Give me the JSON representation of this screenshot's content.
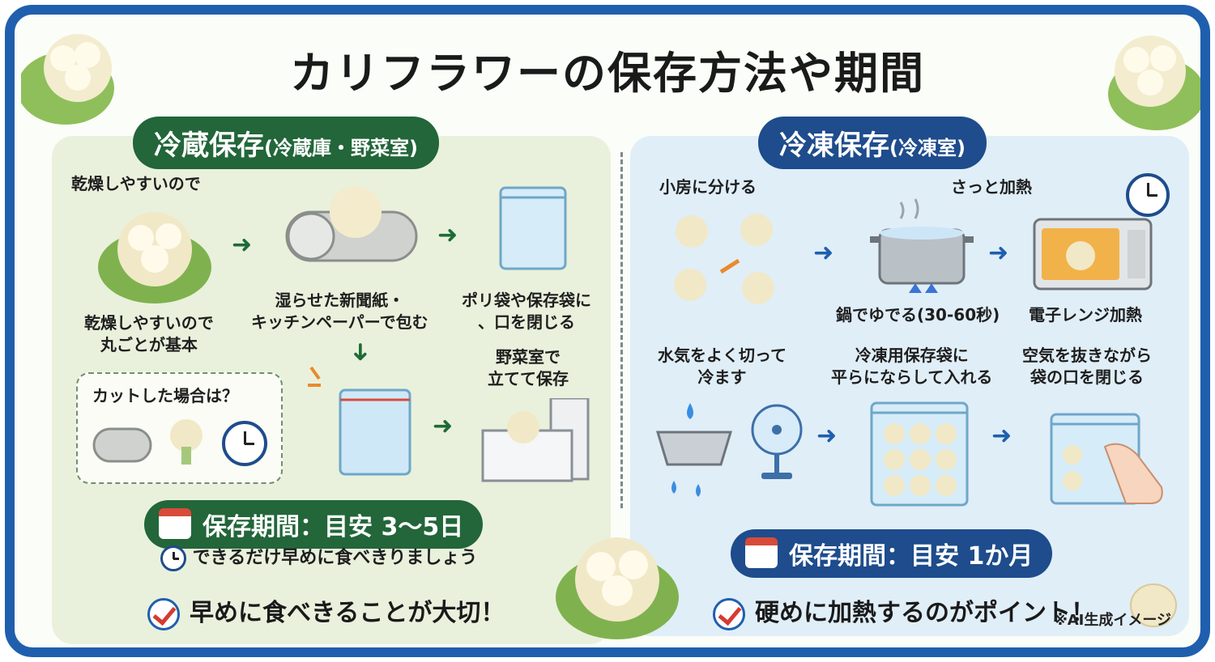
{
  "title": "カリフラワーの保存方法や期間",
  "fridge": {
    "heading_main": "冷蔵保存",
    "heading_sub": "(冷蔵庫・野菜室)",
    "top_label": "乾燥しやすいので",
    "step1": [
      "乾燥しやすいので",
      "丸ごとが基本"
    ],
    "step2": [
      "湿らせた新聞紙・",
      "キッチンペーパーで包む"
    ],
    "step3": [
      "ポリ袋や保存袋に",
      "、口を閉じる"
    ],
    "step4": [
      "野菜室で",
      "立てて保存"
    ],
    "cut_label": "カットした場合は？",
    "period": "保存期間：目安 3〜5日",
    "tip": "できるだけ早めに食べきりましょう",
    "point": "早めに食べきることが大切！"
  },
  "freezer": {
    "heading_main": "冷凍保存",
    "heading_sub": "(冷凍室)",
    "step1": "小房に分ける",
    "step2_top": "さっと加熱",
    "step2": "鍋でゆでる(30-60秒)",
    "step3": "電子レンジ加熱",
    "step4": [
      "水気をよく切って",
      "冷ます"
    ],
    "step5": [
      "冷凍用保存袋に",
      "平らにならして入れる"
    ],
    "step6": [
      "空気を抜きながら",
      "袋の口を閉じる"
    ],
    "period": "保存期間：目安 1か月",
    "point": "硬めに加熱するのがポイント！"
  },
  "footnote": "※AI生成イメージ",
  "colors": {
    "frame": "#1f5fae",
    "green": "#22663a",
    "blue": "#1e4c8c",
    "accent_red": "#d84b3a"
  },
  "icons": [
    "cauliflower-icon",
    "newspaper-roll-icon",
    "zip-bag-icon",
    "vegetable-drawer-icon",
    "clock-icon",
    "calendar-icon",
    "pot-icon",
    "microwave-icon",
    "colander-icon",
    "fan-icon",
    "frozen-bag-icon",
    "hand-icon",
    "check-icon",
    "arrow-icon"
  ]
}
